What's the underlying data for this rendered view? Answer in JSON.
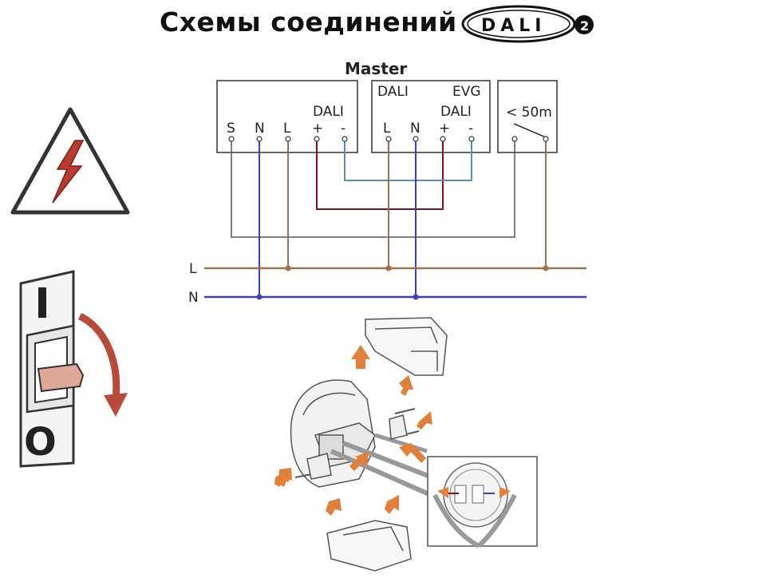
{
  "header": {
    "title": "Схемы соединений",
    "logo_text": "DALI",
    "logo_badge": "2"
  },
  "diagram": {
    "master_label": "Master",
    "box1": {
      "terminals": [
        "S",
        "N",
        "L",
        "+",
        "-"
      ],
      "dali_label": "DALI"
    },
    "box2": {
      "top_left": "DALI",
      "top_right": "EVG",
      "dali_label": "DALI",
      "terminals": [
        "L",
        "N",
        "+",
        "-"
      ]
    },
    "box3": {
      "label": "< 50m"
    },
    "bus_l_label": "L",
    "bus_n_label": "N"
  },
  "switch_panel": {
    "on_label": "I",
    "off_label": "O"
  },
  "colors": {
    "brown": "#a0714f",
    "blue": "#3846a8",
    "red": "#7a1020",
    "lightblue": "#5b8db8",
    "gray": "#555555",
    "arrow_orange": "#e0803a",
    "warning_red": "#c0392b"
  }
}
